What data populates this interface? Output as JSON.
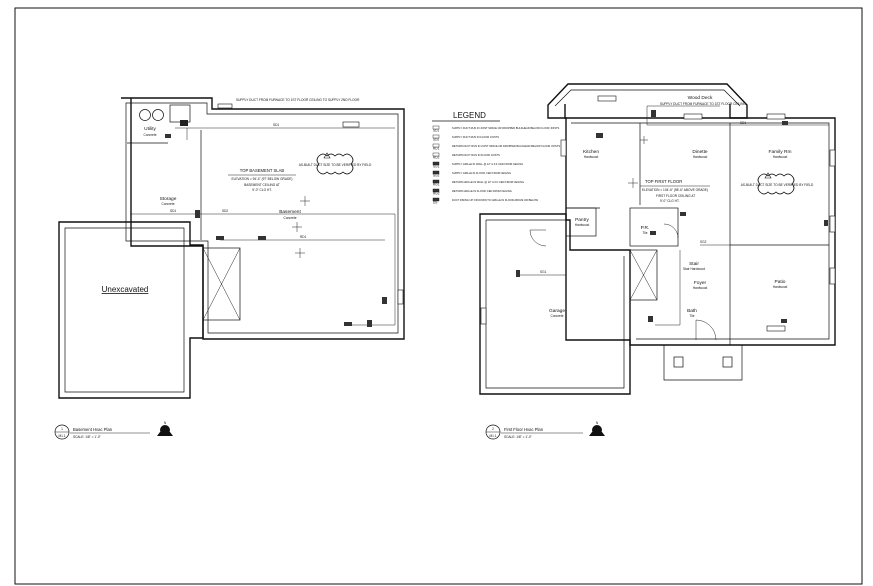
{
  "legend": {
    "title": "LEGEND",
    "items": [
      {
        "code": "SD1",
        "text": "SUPPLY DUCT RUN IN JOIST SPACE OR DROPPED BULKHEAD BELOW FLOOR JOISTS"
      },
      {
        "code": "SD2",
        "text": "SUPPLY DUCT RUN IN FLOOR JOISTS"
      },
      {
        "code": "RD1",
        "text": "RETURN DUCT RUN IN JOIST SPACE OR DROPPED BULKHEAD BELOW FLOOR JOISTS"
      },
      {
        "code": "RD2",
        "text": "RETURN DUCT RUN IN FLOOR JOISTS"
      },
      {
        "code": "SG1",
        "text": "SUPPLY GRILLE IN WALL @ 12\" A.F.F. FED FROM CEILING"
      },
      {
        "code": "SG2",
        "text": "SUPPLY GRILLE IN FLOOR, FED FROM CEILING"
      },
      {
        "code": "RG1",
        "text": "RETURN GRILLE IN WALL @ 12\" A.F.F. FED FROM CEILING"
      },
      {
        "code": "RG2",
        "text": "RETURN GRILLE IN FLOOR, FED FROM CEILING"
      },
      {
        "code": "DS",
        "text": "DUCT RISING UP OR DOWN TO GRILLE IN FLOOR ABOVE OR BELOW"
      }
    ]
  },
  "basement": {
    "rooms": {
      "utility": "Utility",
      "utility_finish": "Concrete",
      "storage": "Storage",
      "storage_finish": "Concrete",
      "basement": "Basement",
      "basement_finish": "Concrete",
      "unexcavated": "Unexcavated"
    },
    "notes": {
      "supply_duct": "SUPPLY DUCT FROM FURNACE TO 1ST FLOOR CEILING TO SUPPLY 2ND FLOOR",
      "top_slab": "TOP BASEMENT SLAB",
      "elevation": "ELEVATION = 94'-4\" (97' BELOW GRADE)",
      "ceiling": "BASEMENT CEILING AT",
      "ceiling_value": "9'-0\" CLG HT.",
      "cloud": "AS-BUILT DUCT SIZE TO BE VERIFIED BY FIELD"
    },
    "title_block": {
      "number": "1",
      "sheet": "M1.1",
      "title": "Basement Hvac Plan",
      "scale": "SCALE: 1/8\" = 1'-0\""
    }
  },
  "first_floor": {
    "rooms": {
      "wood_deck": "Wood Deck",
      "kitchen": "Kitchen",
      "kitchen_finish": "Hardwood",
      "dinette": "Dinette",
      "dinette_finish": "Hardwood",
      "family_rm": "Family Rm",
      "family_rm_finish": "Hardwood",
      "pantry": "Pantry",
      "pantry_finish": "Hardwood",
      "pr": "P.R.",
      "pr_finish": "Tile",
      "stair": "Stair",
      "stair_finish": "Stair Hardwood",
      "foyer": "Foyer",
      "foyer_finish": "Hardwood",
      "patio": "Patio",
      "patio_finish": "Hardwood",
      "garage": "Garage",
      "garage_finish": "Concrete",
      "bath": "Bath",
      "bath_finish": "Tile"
    },
    "notes": {
      "supply_duct": "SUPPLY DUCT FROM FURNACE TO 1ST FLOOR CEILING",
      "top_floor": "TOP FIRST FLOOR",
      "elevation": "ELEVATION = 104'-6\" (98'-6\" ABOVE GRADE)",
      "ceiling": "FIRST FLOOR CEILING AT",
      "ceiling_value": "9'-0\" CLG HT.",
      "cloud": "AS-BUILT DUCT SIZE TO BE VERIFIED BY FIELD"
    },
    "title_block": {
      "number": "2",
      "sheet": "M1.1",
      "title": "First Floor Hvac Plan",
      "scale": "SCALE: 1/8\" = 1'-0\""
    }
  },
  "tags": [
    "SD1",
    "SD2",
    "RD1",
    "RG1",
    "SG1",
    "SG2"
  ],
  "north_label": "N"
}
